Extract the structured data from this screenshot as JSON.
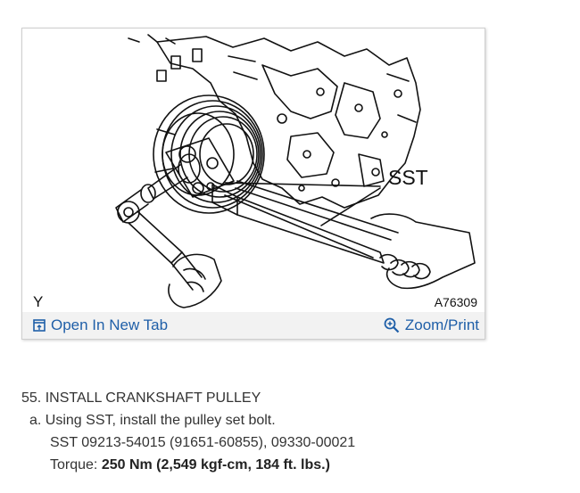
{
  "figure": {
    "corner_label": "Y",
    "figure_code": "A76309",
    "callout": "SST",
    "open_tab_label": "Open In New Tab",
    "zoom_label": "Zoom/Print",
    "link_color": "#1f5fa8"
  },
  "procedure": {
    "step_title": "55. INSTALL CRANKSHAFT PULLEY",
    "sub_step": "a. Using SST, install the pulley set bolt.",
    "sst_line": "SST 09213-54015 (91651-60855), 09330-00021",
    "torque_label": "Torque: ",
    "torque_value": "250 Nm (2,549 kgf-cm, 184 ft. lbs.)"
  }
}
